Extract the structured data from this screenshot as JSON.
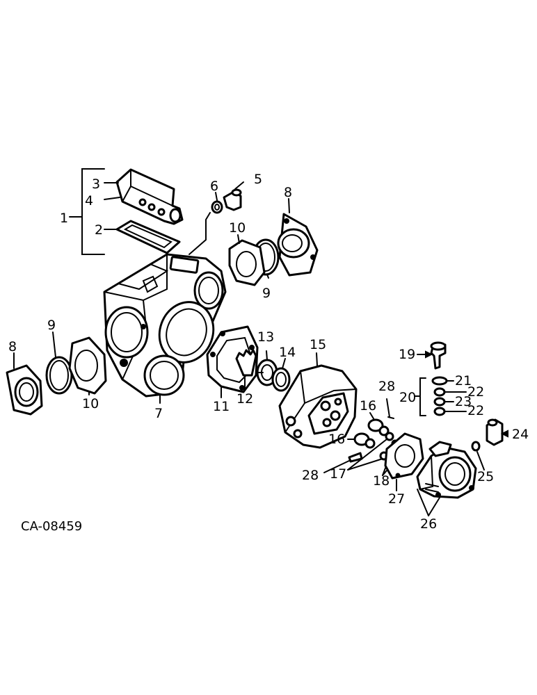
{
  "figure_code": "CA-08459",
  "callouts": [
    "1",
    "2",
    "3",
    "4",
    "5",
    "6",
    "7",
    "8",
    "9",
    "10",
    "11",
    "12",
    "13",
    "14",
    "15",
    "16",
    "17",
    "18",
    "19",
    "20",
    "21",
    "22",
    "23",
    "24",
    "25",
    "26",
    "27",
    "28"
  ]
}
